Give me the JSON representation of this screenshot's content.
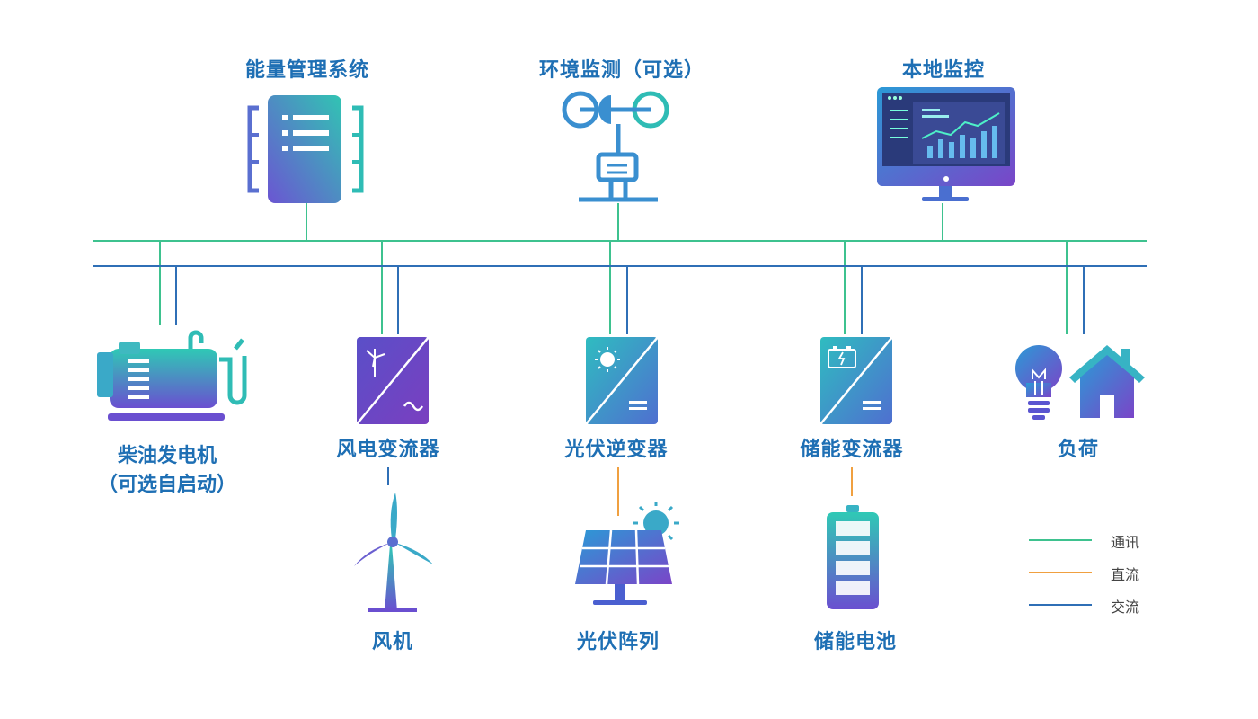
{
  "top": {
    "ems": "能量管理系统",
    "env": "环境监测（可选）",
    "monitor": "本地监控"
  },
  "devices": {
    "diesel_line1": "柴油发电机",
    "diesel_line2": "（可选自启动）",
    "wind_converter": "风电变流器",
    "pv_inverter": "光伏逆变器",
    "storage_converter": "储能变流器",
    "load": "负荷"
  },
  "sources": {
    "wind_turbine": "风机",
    "pv_array": "光伏阵列",
    "battery": "储能电池"
  },
  "legend": [
    {
      "label": "通讯",
      "color": "#3ec28f"
    },
    {
      "label": "直流",
      "color": "#f0a040"
    },
    {
      "label": "交流",
      "color": "#2f6fb6"
    }
  ],
  "colors": {
    "comm": "#3ec28f",
    "dc": "#f0a040",
    "ac": "#2f6fb6",
    "text": "#1e6fb4",
    "icon_teal": "#2ec4b6",
    "icon_purple": "#6a4fd0"
  },
  "icons": [
    "server-rack-icon",
    "anemometer-icon",
    "monitor-chart-icon",
    "generator-icon",
    "wind-converter-icon",
    "pv-inverter-icon",
    "storage-converter-icon",
    "lightbulb-icon",
    "house-icon",
    "wind-turbine-icon",
    "solar-panel-icon",
    "battery-icon"
  ]
}
